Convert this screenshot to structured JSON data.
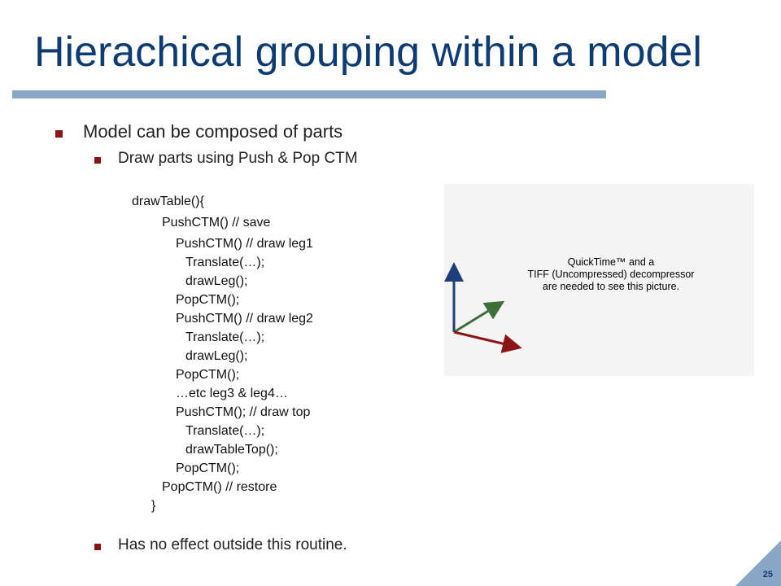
{
  "slide": {
    "title": "Hierachical grouping within a model",
    "bullets": {
      "b1": "Model can be composed of parts",
      "b2": "Draw parts using Push & Pop CTM",
      "b3": "Has no effect outside this routine."
    },
    "code": [
      "drawTable(){",
      "PushCTM() // save",
      "PushCTM() // draw leg1",
      "Translate(…);",
      "drawLeg();",
      "PopCTM();",
      "PushCTM() // draw leg2",
      "Translate(…);",
      "drawLeg();",
      "PopCTM();",
      "…etc leg3 & leg4…",
      "PushCTM(); // draw top",
      "Translate(…);",
      "drawTableTop();",
      "PopCTM();",
      "PopCTM() // restore",
      "}"
    ],
    "figure": {
      "placeholder_lines": [
        "QuickTime™ and a",
        "TIFF (Uncompressed) decompressor",
        "are needed to see this picture."
      ],
      "axis_colors": {
        "y": "#1f3f7a",
        "x": "#8b1414",
        "z": "#3f6e3a"
      }
    },
    "page_number": "25",
    "colors": {
      "title": "#0d3b73",
      "rule": "#8aa7c6",
      "bullet": "#8b1414"
    }
  }
}
